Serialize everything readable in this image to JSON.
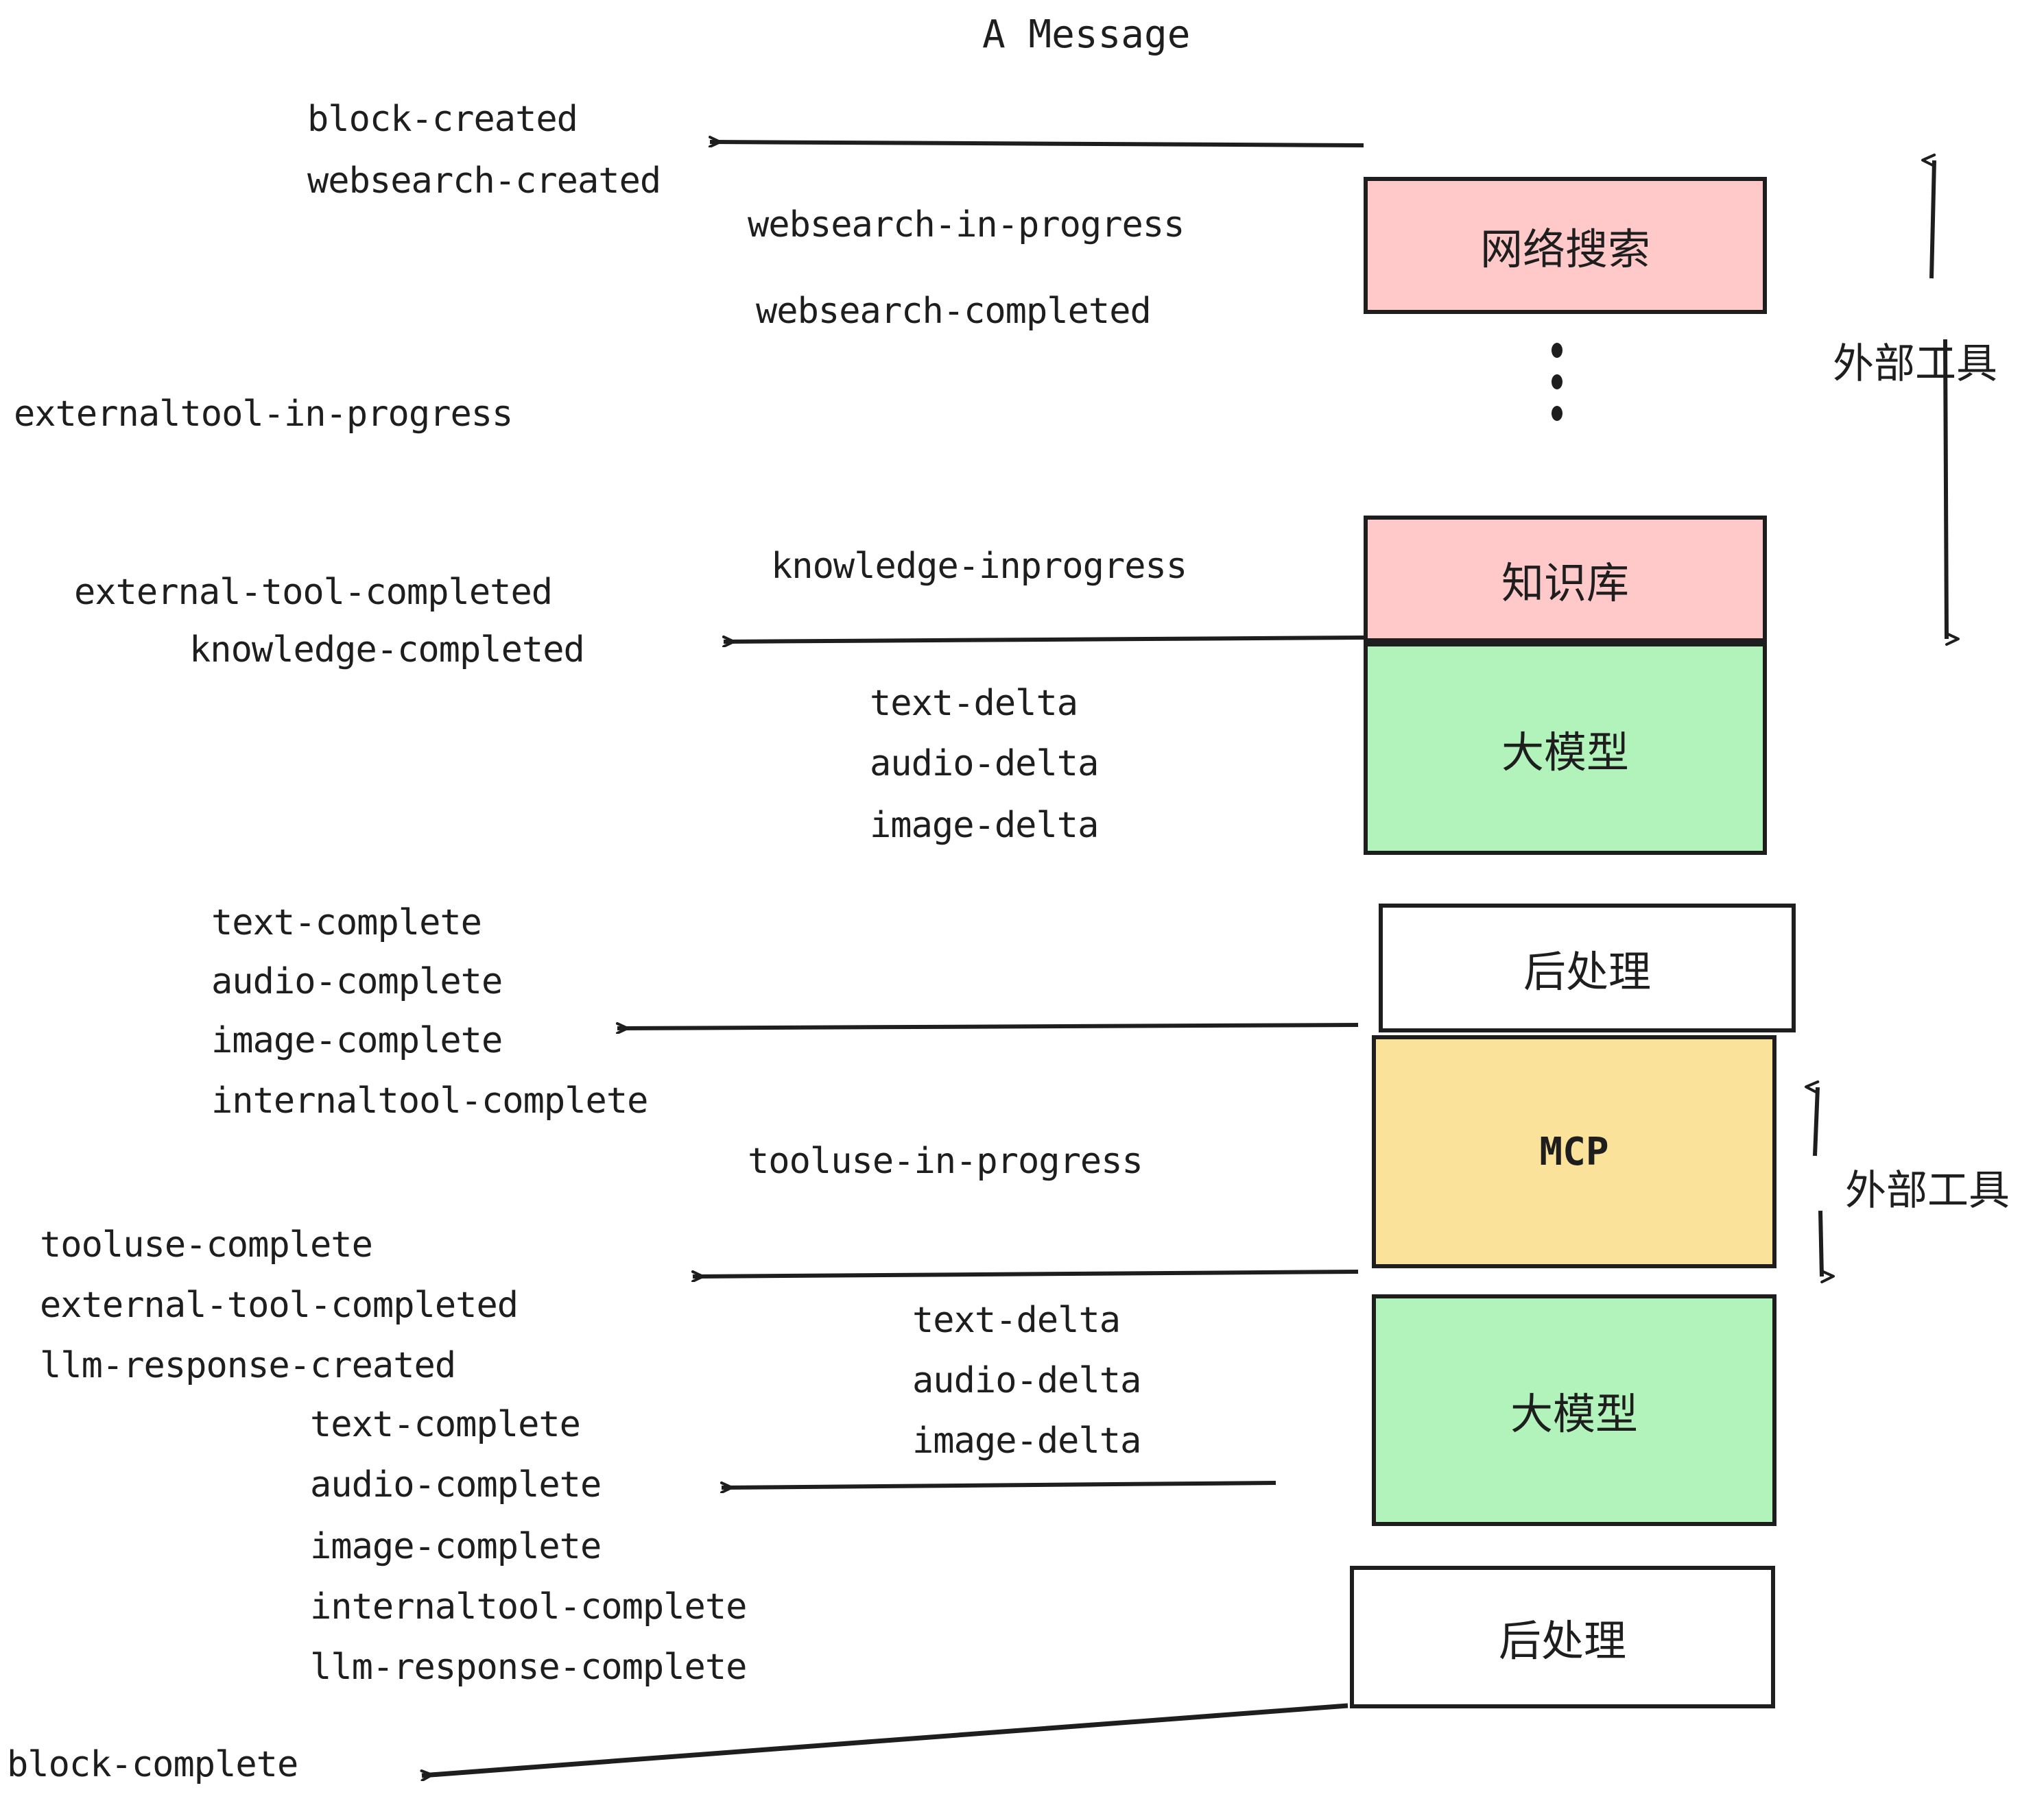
{
  "title": "A Message",
  "colors": {
    "pink": "#FFC9C9",
    "green": "#B2F2BB",
    "yellow": "#FBE29A",
    "white": "#FFFFFF",
    "stroke": "#1E1E1E"
  },
  "boxes": [
    {
      "label": "网络搜索",
      "fill": "pink"
    },
    {
      "label": "知识库",
      "fill": "pink"
    },
    {
      "label": "大模型",
      "fill": "green"
    },
    {
      "label": "后处理",
      "fill": "white"
    },
    {
      "label": "MCP",
      "fill": "yellow"
    },
    {
      "label": "大模型",
      "fill": "green"
    },
    {
      "label": "后处理",
      "fill": "white"
    }
  ],
  "group_labels": [
    {
      "text": "外部工具"
    },
    {
      "text": "外部工具"
    }
  ],
  "events": {
    "block_created": "block-created",
    "websearch_created": "websearch-created",
    "websearch_in_progress": "websearch-in-progress",
    "websearch_completed": "websearch-completed",
    "externaltool_in_progress": "externaltool-in-progress",
    "knowledge_inprogress": "knowledge-inprogress",
    "external_tool_completed_1": "external-tool-completed",
    "knowledge_completed": "knowledge-completed",
    "text_delta_1": "text-delta",
    "audio_delta_1": "audio-delta",
    "image_delta_1": "image-delta",
    "text_complete_1": "text-complete",
    "audio_complete_1": "audio-complete",
    "image_complete_1": "image-complete",
    "internaltool_complete_1": "internaltool-complete",
    "tooluse_in_progress": "tooluse-in-progress",
    "tooluse_complete": "tooluse-complete",
    "external_tool_completed_2": "external-tool-completed",
    "llm_response_created": "llm-response-created",
    "text_delta_2": "text-delta",
    "audio_delta_2": "audio-delta",
    "image_delta_2": "image-delta",
    "text_complete_2": "text-complete",
    "audio_complete_2": "audio-complete",
    "image_complete_2": "image-complete",
    "internaltool_complete_2": "internaltool-complete",
    "llm_response_complete": "llm-response-complete",
    "block_complete": "block-complete"
  }
}
